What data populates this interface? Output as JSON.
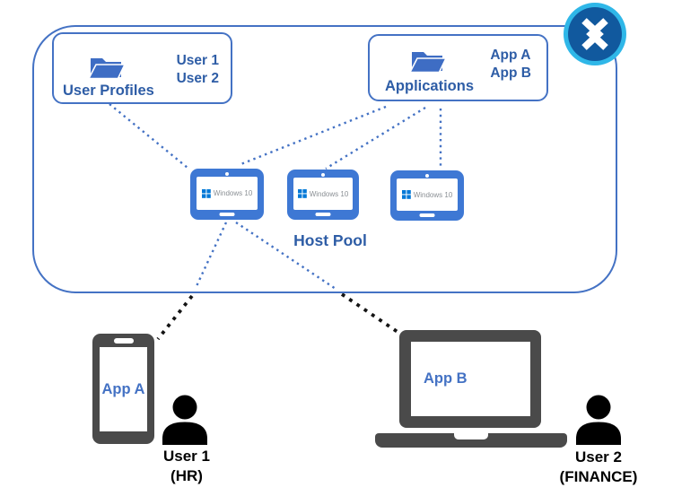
{
  "colors": {
    "accent_blue": "#4472C4",
    "text_blue": "#2E5DA6",
    "device_frame_blue": "#3E78D4",
    "windows_logo_blue": "#0078D7",
    "windows_text_gray": "#8a8f94",
    "avd_ring_cyan": "#2FB7E8",
    "avd_inner_blue": "#11599E",
    "hardware_gray": "#4a4a4a",
    "connector_black": "#141414"
  },
  "icons": {
    "avd": "azure-virtual-desktop-chevrons",
    "folder": "open-folder",
    "person": "user-silhouette",
    "windows": "windows-logo"
  },
  "profiles_box": {
    "title": "User Profiles",
    "users": [
      "User 1",
      "User 2"
    ]
  },
  "apps_box": {
    "title": "Applications",
    "apps": [
      "App A",
      "App B"
    ]
  },
  "host_pool": {
    "label": "Host Pool",
    "devices": [
      {
        "os": "Windows 10"
      },
      {
        "os": "Windows 10"
      },
      {
        "os": "Windows 10"
      }
    ]
  },
  "endpoints": {
    "phone": {
      "app": "App A",
      "user": "User 1",
      "dept": "(HR)"
    },
    "laptop": {
      "app": "App B",
      "user": "User 2",
      "dept": "(FINANCE)"
    }
  }
}
